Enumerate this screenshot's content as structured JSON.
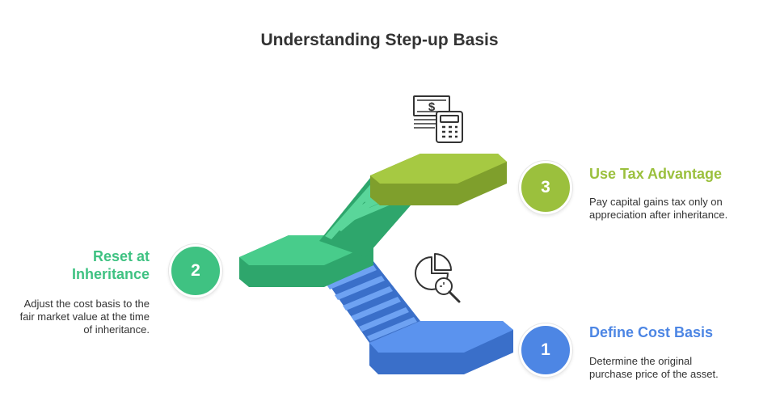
{
  "title": "Understanding Step-up Basis",
  "colors": {
    "step1": "#4d86e4",
    "step2": "#3fc282",
    "step3": "#9bc03d"
  },
  "steps": [
    {
      "number": "1",
      "heading": "Define Cost Basis",
      "description": "Determine the original purchase price of the asset.",
      "icon": "pie-chart-magnifier-icon"
    },
    {
      "number": "2",
      "heading": "Reset at Inheritance",
      "description": "Adjust the cost basis to the fair market value at the time of inheritance.",
      "icon": ""
    },
    {
      "number": "3",
      "heading": "Use Tax Advantage",
      "description": "Pay capital gains tax only on appreciation after inheritance.",
      "icon": "money-calculator-icon"
    }
  ]
}
